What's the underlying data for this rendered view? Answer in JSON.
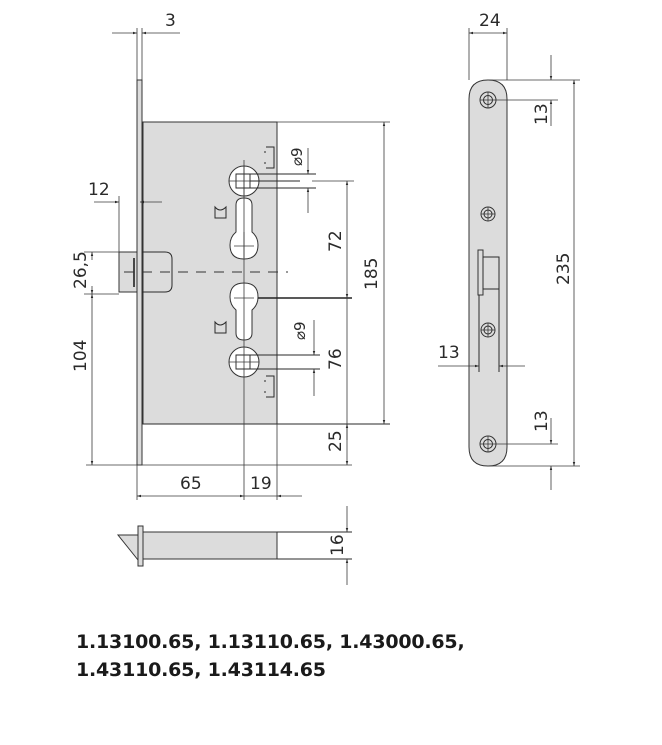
{
  "drawing": {
    "front_view": {
      "dimensions": {
        "faceplate_thickness": "3",
        "latch_projection": "12",
        "latch_height": "26,5",
        "latch_to_bottom": "104",
        "backset": "65",
        "case_edge_to_center": "19",
        "upper_square_size": "⌀9",
        "lower_square_size": "⌀9",
        "upper_distance": "72",
        "lower_distance": "76",
        "case_height": "185",
        "bottom_offset": "25"
      }
    },
    "side_view": {
      "dimensions": {
        "faceplate_width": "24",
        "top_screw_offset": "13",
        "bottom_screw_offset": "13",
        "faceplate_length": "235",
        "latch_width": "13"
      }
    },
    "top_view": {
      "dimensions": {
        "case_thickness": "16"
      }
    }
  },
  "models": {
    "line1": "1.13100.65, 1.13110.65, 1.43000.65,",
    "line2": "1.43110.65, 1.43114.65"
  }
}
